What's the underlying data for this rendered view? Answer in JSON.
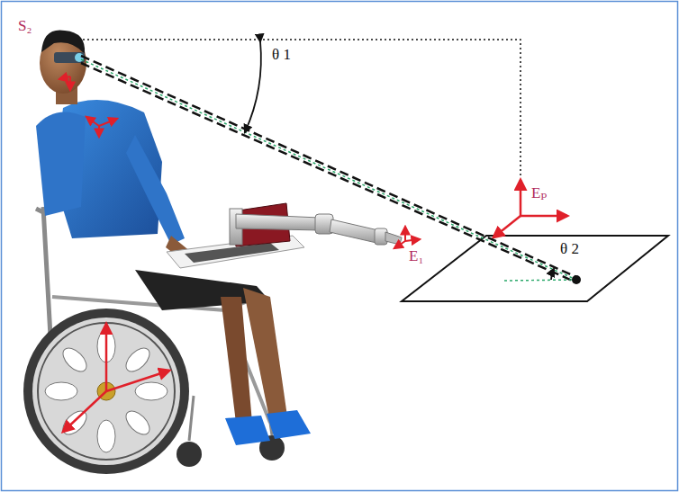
{
  "diagram": {
    "labels": [
      "S₂",
      "θ 1",
      "E₁",
      "Eₚ",
      "θ 2"
    ]
  }
}
